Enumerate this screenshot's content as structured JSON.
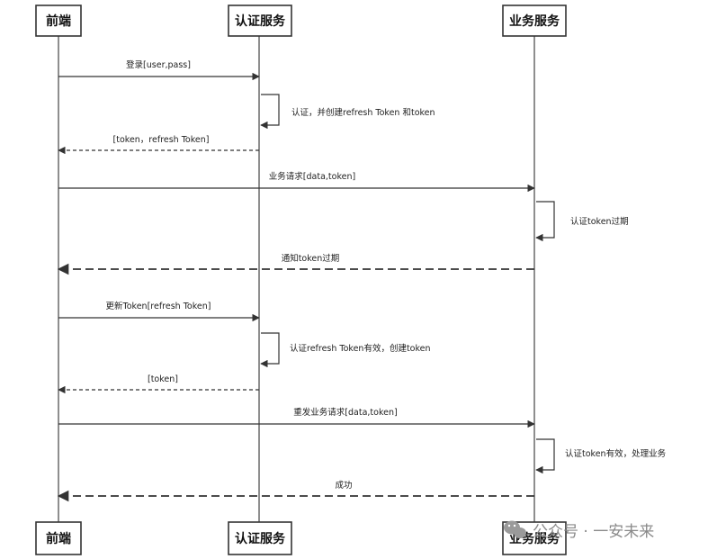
{
  "participants": [
    {
      "id": "frontend",
      "label": "前端"
    },
    {
      "id": "auth",
      "label": "认证服务"
    },
    {
      "id": "business",
      "label": "业务服务"
    }
  ],
  "messages": [
    {
      "id": "login",
      "from": "frontend",
      "to": "auth",
      "label": "登录[user,pass]",
      "style": "solid"
    },
    {
      "id": "auth-create",
      "from": "auth",
      "to": "auth",
      "label": "认证，并创建refresh Token 和token",
      "style": "solid"
    },
    {
      "id": "return-tokens",
      "from": "auth",
      "to": "frontend",
      "label": "[token，refresh Token]",
      "style": "dashed"
    },
    {
      "id": "business-request",
      "from": "frontend",
      "to": "business",
      "label": "业务请求[data,token]",
      "style": "solid"
    },
    {
      "id": "verify-expired",
      "from": "business",
      "to": "business",
      "label": "认证token过期",
      "style": "solid"
    },
    {
      "id": "notify-expired",
      "from": "business",
      "to": "frontend",
      "label": "通知token过期",
      "style": "thick-dashed"
    },
    {
      "id": "refresh-token",
      "from": "frontend",
      "to": "auth",
      "label": "更新Token[refresh Token]",
      "style": "solid"
    },
    {
      "id": "verify-refresh",
      "from": "auth",
      "to": "auth",
      "label": "认证refresh Token有效，创建token",
      "style": "solid"
    },
    {
      "id": "return-new-token",
      "from": "auth",
      "to": "frontend",
      "label": "[token]",
      "style": "dashed"
    },
    {
      "id": "resend-request",
      "from": "frontend",
      "to": "business",
      "label": "重发业务请求[data,token]",
      "style": "solid"
    },
    {
      "id": "verify-valid",
      "from": "business",
      "to": "business",
      "label": "认证token有效，处理业务",
      "style": "solid"
    },
    {
      "id": "success",
      "from": "business",
      "to": "frontend",
      "label": "成功",
      "style": "thick-dashed"
    }
  ],
  "watermark": {
    "text": "公众号 · 一安未来",
    "icon": "wechat-icon"
  }
}
